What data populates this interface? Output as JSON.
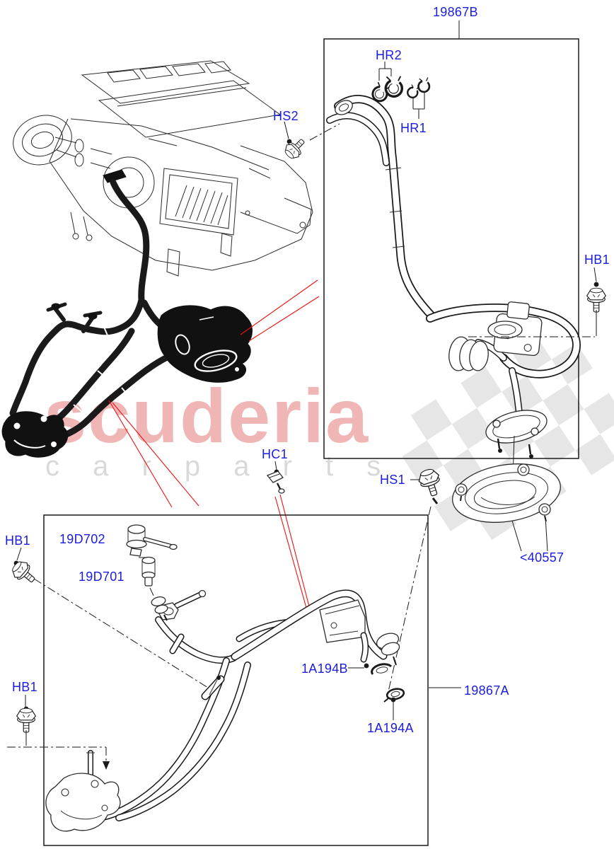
{
  "watermark": {
    "brand": "scuderia",
    "subtext": "c a r p a r t s"
  },
  "part_labels": {
    "assembly_top": "19867B",
    "assembly_bottom": "19867A",
    "hr2": "HR2",
    "hr1": "HR1",
    "hs2": "HS2",
    "hb1_top_right": "HB1",
    "hb1_middle_left": "HB1",
    "hb1_bottom_left": "HB1",
    "hc1": "HC1",
    "hs1": "HS1",
    "seal": "<40557",
    "sensor_upper": "19D702",
    "sensor_lower": "19D701",
    "oring_upper": "1A194B",
    "oring_lower": "1A194A"
  },
  "colors": {
    "label_blue": "#1c1ce0",
    "line_black": "#1a1a1a",
    "pointer_red": "#ee1111",
    "watermark_pink": "#f0b6b6",
    "watermark_gray": "#d9d9d9",
    "checker_gray": "#e6e6e6",
    "background": "#ffffff"
  }
}
